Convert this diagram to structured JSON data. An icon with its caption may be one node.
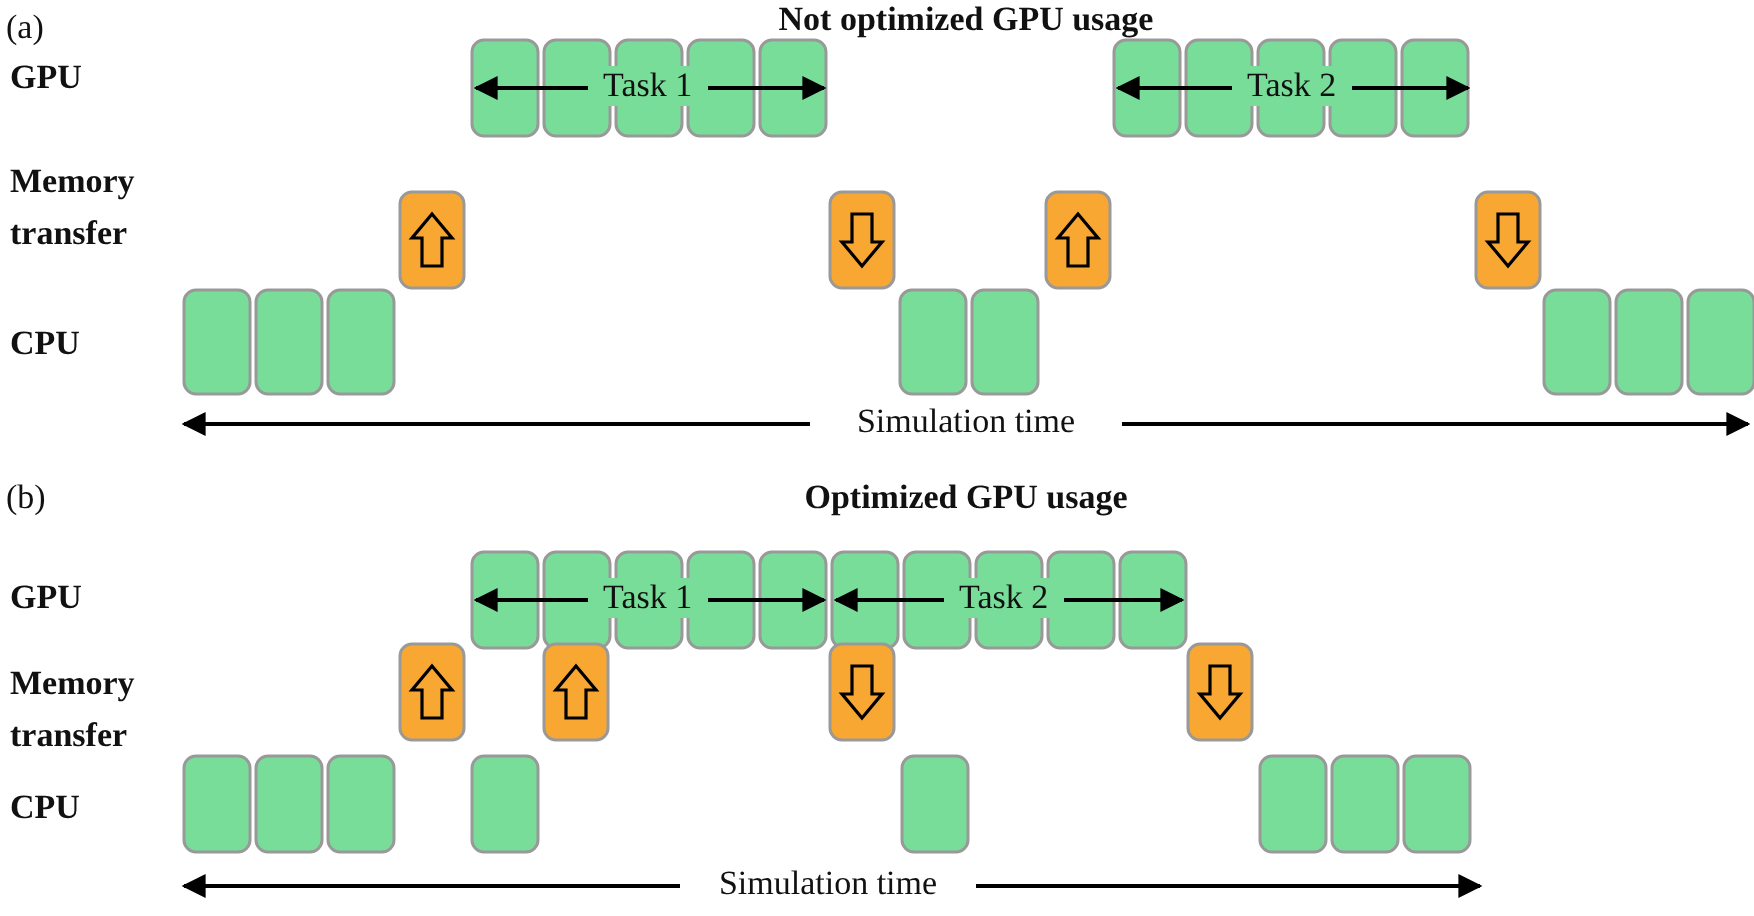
{
  "diagram": {
    "labels": [
      "(a)",
      "Not optimized GPU usage",
      "GPU",
      "Memory transfer",
      "CPU",
      "Task 1",
      "Task 2",
      "Simulation time",
      "(b)",
      "Optimized GPU usage",
      "GPU",
      "Memory transfer",
      "CPU",
      "Task 1",
      "Task 2",
      "Simulation time"
    ]
  }
}
